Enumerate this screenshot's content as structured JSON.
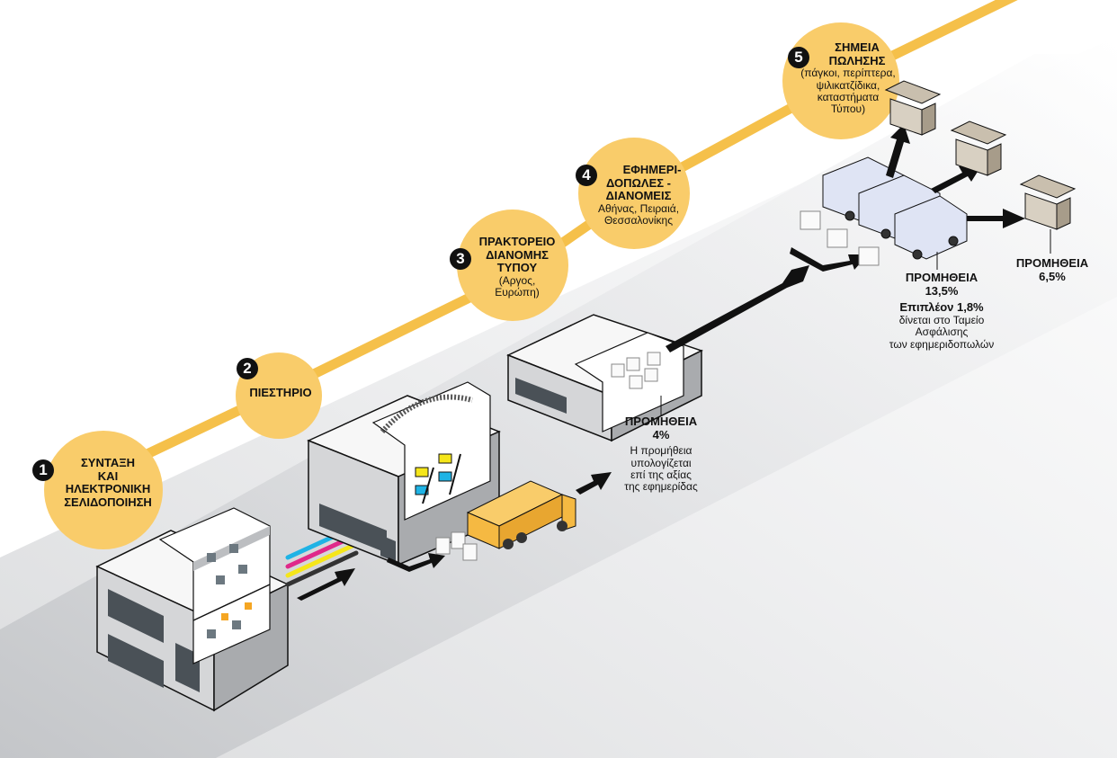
{
  "colors": {
    "timeline": "#f5c04a",
    "circle": "#f9cc6a",
    "ground_light": "#f3f4f5",
    "ground_dark": "#c9cbce",
    "building_top": "#f7f7f7",
    "building_front": "#d5d6d8",
    "building_side": "#a9abae",
    "window": "#4a5157",
    "arrow": "#111111",
    "cyan": "#1fb3e5",
    "magenta": "#e0288a",
    "yellow": "#f5e61a",
    "black_pipe": "#333333",
    "truck": "#f5b942",
    "van": "#dfe4f4",
    "kiosk": "#c9bfae",
    "worker": "#1f2e7a"
  },
  "steps": [
    {
      "number": "1",
      "title_lines": [
        "ΣΥΝΤΑΞΗ",
        "ΚΑΙ",
        "ΗΛΕΚΤΡΟΝΙΚΗ",
        "ΣΕΛΙΔΟΠΟΙΗΣΗ"
      ],
      "sub_lines": []
    },
    {
      "number": "2",
      "title_lines": [
        "ΠΙΕΣΤΗΡΙΟ"
      ],
      "sub_lines": []
    },
    {
      "number": "3",
      "title_lines": [
        "ΠΡΑΚΤΟΡΕΙΟ",
        "ΔΙΑΝΟΜΗΣ",
        "ΤΥΠΟΥ"
      ],
      "sub_lines": [
        "(Αργος,",
        "Ευρώπη)"
      ]
    },
    {
      "number": "4",
      "title_lines": [
        "ΕΦΗΜΕΡΙ-",
        "ΔΟΠΩΛΕΣ -",
        "ΔΙΑΝΟΜΕΙΣ"
      ],
      "sub_lines": [
        "Αθήνας, Πειραιά,",
        "Θεσσαλονίκης"
      ]
    },
    {
      "number": "5",
      "title_lines": [
        "ΣΗΜΕΙΑ",
        "ΠΩΛΗΣΗΣ"
      ],
      "sub_lines": [
        "(πάγκοι, περίπτερα,",
        "ψιλικατζίδικα,",
        "καταστήματα",
        "Τύπου)"
      ]
    }
  ],
  "commissions": [
    {
      "id": "agency",
      "title": "ΠΡΟΜΗΘΕΙΑ",
      "value": "4%",
      "note_lines": [
        "Η προμήθεια",
        "υπολογίζεται",
        "επί της αξίας",
        "της εφημερίδας"
      ]
    },
    {
      "id": "distributors",
      "title": "ΠΡΟΜΗΘΕΙΑ",
      "value": "13,5%",
      "extra": "Επιπλέον 1,8%",
      "note_lines": [
        "δίνεται στο Ταμείο",
        "Ασφάλισης",
        "των εφημεριδοπωλών"
      ]
    },
    {
      "id": "points-of-sale",
      "title": "ΠΡΟΜΗΘΕΙΑ",
      "value": "6,5%",
      "note_lines": []
    }
  ]
}
